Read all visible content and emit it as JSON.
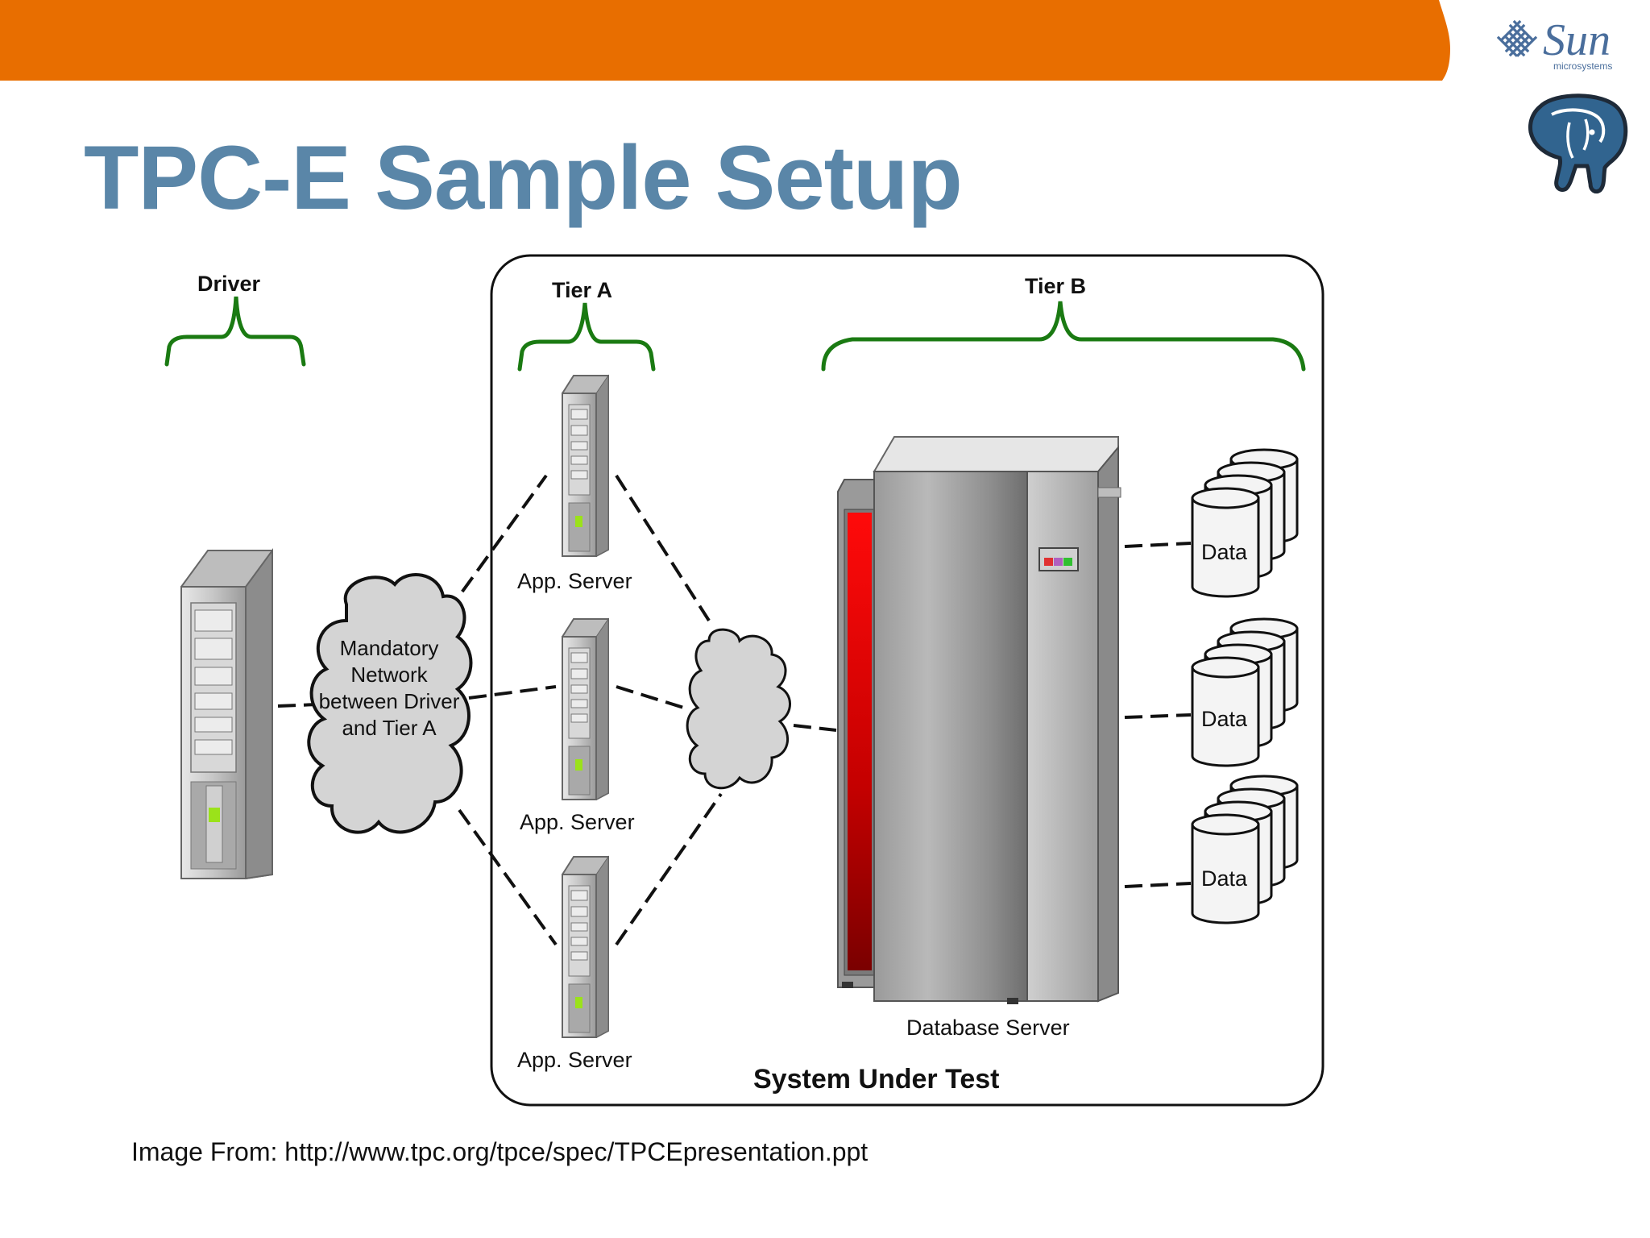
{
  "slide": {
    "title": "TPC-E Sample Setup",
    "caption": "Image From: http://www.tpc.org/tpce/spec/TPCEpresentation.ppt",
    "banner_color": "#e86e00",
    "title_color": "#5a86a8"
  },
  "logos": {
    "sun_text": "Sun",
    "sun_subtext": "microsystems",
    "elephant_icon": "postgresql-elephant-icon"
  },
  "diagram": {
    "brace_color": "#1a7a12",
    "tiers": {
      "driver": "Driver",
      "tier_a": "Tier A",
      "tier_b": "Tier B"
    },
    "network_cloud_text": "Mandatory Network between Driver and Tier A",
    "app_servers": [
      "App. Server",
      "App. Server",
      "App. Server"
    ],
    "database_server": "Database Server",
    "data_stores": [
      "Data",
      "Data",
      "Data"
    ],
    "system_under_test": "System Under Test"
  }
}
